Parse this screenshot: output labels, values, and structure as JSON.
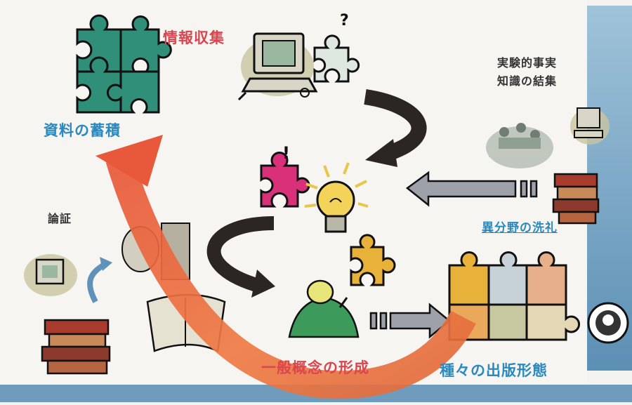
{
  "labels": {
    "accumulation": "資料の蓄積",
    "information_gathering": "情報収集",
    "facts_line1": "実験的事実",
    "facts_line2": "知識の結集",
    "other_fields": "異分野の洗礼",
    "proof": "論証",
    "general_concept": "一般概念の形成",
    "publication_forms": "種々の出版形態"
  },
  "marks": {
    "question": "?",
    "exclamation": "!"
  },
  "colors": {
    "accent_red": "#d9464f",
    "accent_blue": "#2a89bf",
    "puzzle_green": "#2f8f78",
    "puzzle_pink": "#d9307a",
    "puzzle_yellow": "#e8b23a",
    "big_arrow_orange": "#e9663a",
    "dark_arrow": "#2b2523",
    "gray_arrow": "#9ea0aa"
  },
  "icons": [
    "puzzle-piece-icon",
    "computer-icon",
    "lightbulb-icon",
    "book-stack-icon",
    "people-meeting-icon",
    "thinking-person-icon",
    "logo-seal-icon"
  ]
}
